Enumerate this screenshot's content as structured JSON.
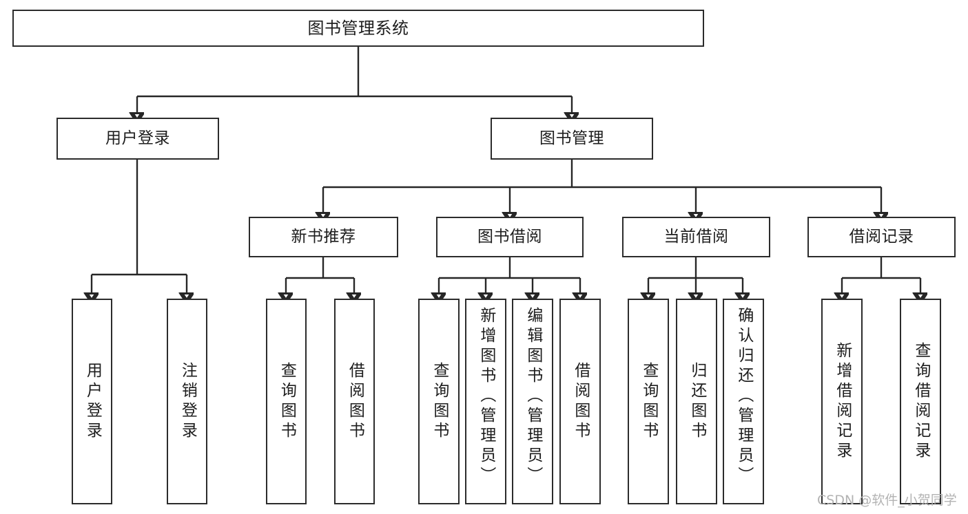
{
  "diagram": {
    "title": "图书管理系统",
    "type": "tree",
    "orientation": "top-down",
    "style": {
      "box_fill": "#ffffff",
      "box_stroke": "#2b2b2b",
      "connector_stroke": "#262626",
      "text_color": "#1d1d1d",
      "background": "#ffffff",
      "watermark_color": "#b3b3b3"
    },
    "nodes": {
      "root": {
        "label": "图书管理系统"
      },
      "level2": [
        {
          "id": "user-login",
          "label": "用户登录"
        },
        {
          "id": "book-management",
          "label": "图书管理"
        }
      ],
      "level3": [
        {
          "id": "new-book-recommend",
          "label": "新书推荐"
        },
        {
          "id": "book-borrow",
          "label": "图书借阅"
        },
        {
          "id": "current-borrow",
          "label": "当前借阅"
        },
        {
          "id": "borrow-record",
          "label": "借阅记录"
        }
      ],
      "leaves": {
        "user_login": [
          {
            "id": "leaf-user-login",
            "label": "用户登录"
          },
          {
            "id": "leaf-logout-login",
            "label": "注销登录"
          }
        ],
        "new_book_recommend": [
          {
            "id": "leaf-query-book-1",
            "label": "查询图书"
          },
          {
            "id": "leaf-borrow-book-1",
            "label": "借阅图书"
          }
        ],
        "book_borrow": [
          {
            "id": "leaf-query-book-2",
            "label": "查询图书"
          },
          {
            "id": "leaf-add-book",
            "label": "新增图书（管理员）"
          },
          {
            "id": "leaf-edit-book",
            "label": "编辑图书（管理员）"
          },
          {
            "id": "leaf-borrow-book-2",
            "label": "借阅图书"
          }
        ],
        "current_borrow": [
          {
            "id": "leaf-query-book-3",
            "label": "查询图书"
          },
          {
            "id": "leaf-return-book",
            "label": "归还图书"
          },
          {
            "id": "leaf-confirm-return",
            "label": "确认归还（管理员）"
          }
        ],
        "borrow_record": [
          {
            "id": "leaf-add-record",
            "label": "新增借阅记录"
          },
          {
            "id": "leaf-query-record",
            "label": "查询借阅记录"
          }
        ]
      }
    }
  },
  "watermark": {
    "text": "CSDN @软件_小贺同学"
  }
}
